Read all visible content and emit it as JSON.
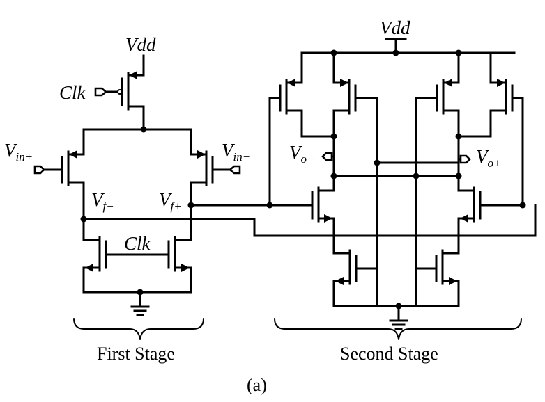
{
  "labels": {
    "vdd_first": "Vdd",
    "vdd_second": "Vdd",
    "clk_top": "Clk",
    "clk_bottom": "Clk",
    "vin_plus": {
      "main": "V",
      "sub": "in+"
    },
    "vin_minus": {
      "main": "V",
      "sub": "in−"
    },
    "vf_minus": {
      "main": "V",
      "sub": "f−"
    },
    "vf_plus": {
      "main": "V",
      "sub": "f+"
    },
    "vo_minus": {
      "main": "V",
      "sub": "o−"
    },
    "vo_plus": {
      "main": "V",
      "sub": "o+"
    }
  },
  "captions": {
    "first_stage": "First Stage",
    "second_stage": "Second Stage",
    "figure": "(a)"
  },
  "icons": {
    "ground": "ground-icon",
    "pmos": "pmos-transistor-icon",
    "nmos": "nmos-transistor-icon",
    "input_port": "input-port-icon",
    "output_port": "output-port-icon"
  }
}
